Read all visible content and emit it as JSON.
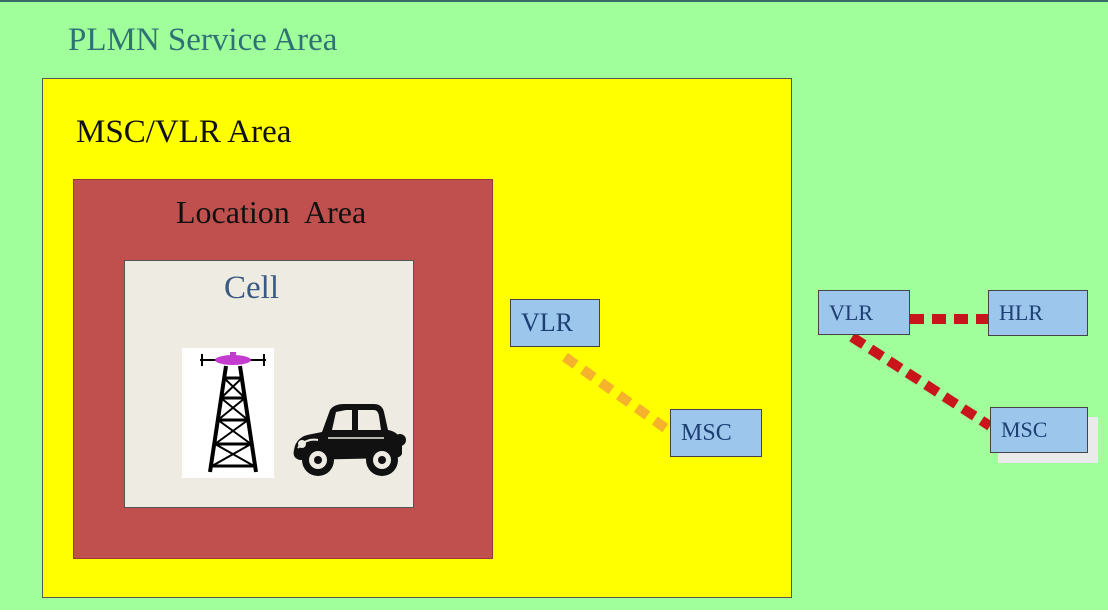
{
  "areas": {
    "plmn": "PLMN Service Area",
    "msc_vlr": "MSC/VLR Area",
    "location": "Location  Area",
    "cell": "Cell"
  },
  "nodes": {
    "vlr_local": "VLR",
    "msc_local": "MSC",
    "vlr_remote": "VLR",
    "hlr": "HLR",
    "msc_remote": "MSC"
  },
  "colors": {
    "plmn_background": "#a0ff9a",
    "msc_area": "#ffff00",
    "location_area": "#c0504d",
    "cell": "#eeebe3",
    "node": "#9cc6ec",
    "local_link": "#f5b22a",
    "remote_link": "#c8141b"
  },
  "icons": {
    "tower": "radio-tower-icon",
    "car": "vintage-car-icon"
  }
}
